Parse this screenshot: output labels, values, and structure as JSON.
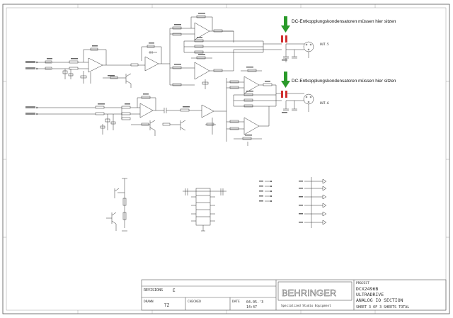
{
  "annotations": {
    "note_top": "DC-Entkopplungskondensatoren müssen hier sitzen",
    "note_bottom": "DC-Entkopplungskondensatoren müssen hier sitzen"
  },
  "outputs": {
    "out5": "OUT.5",
    "out6": "OUT.6"
  },
  "title_block": {
    "revisions_label": "REVISIONS",
    "revisions_value": "E",
    "drawn_label": "DRAWN",
    "drawn_value": "TZ",
    "checked_label": "CHECKED",
    "date_label": "DATE",
    "date_value": "04.05.'3",
    "time_value": "14:47",
    "brand": "BEHRINGER",
    "tagline": "Specialized Studio Equipment",
    "project_label": "PROJECT",
    "project_line1": "DCX2496B",
    "project_line2": "ULTRADRIVE",
    "project_line3": "ANALOG IO SECTION",
    "sheet_line": "SHEET 3  OF 3   SHEETS TOTAL"
  },
  "colors": {
    "line": "#333333",
    "arrow": "#2a9a2a",
    "capacitor": "#d03030"
  }
}
